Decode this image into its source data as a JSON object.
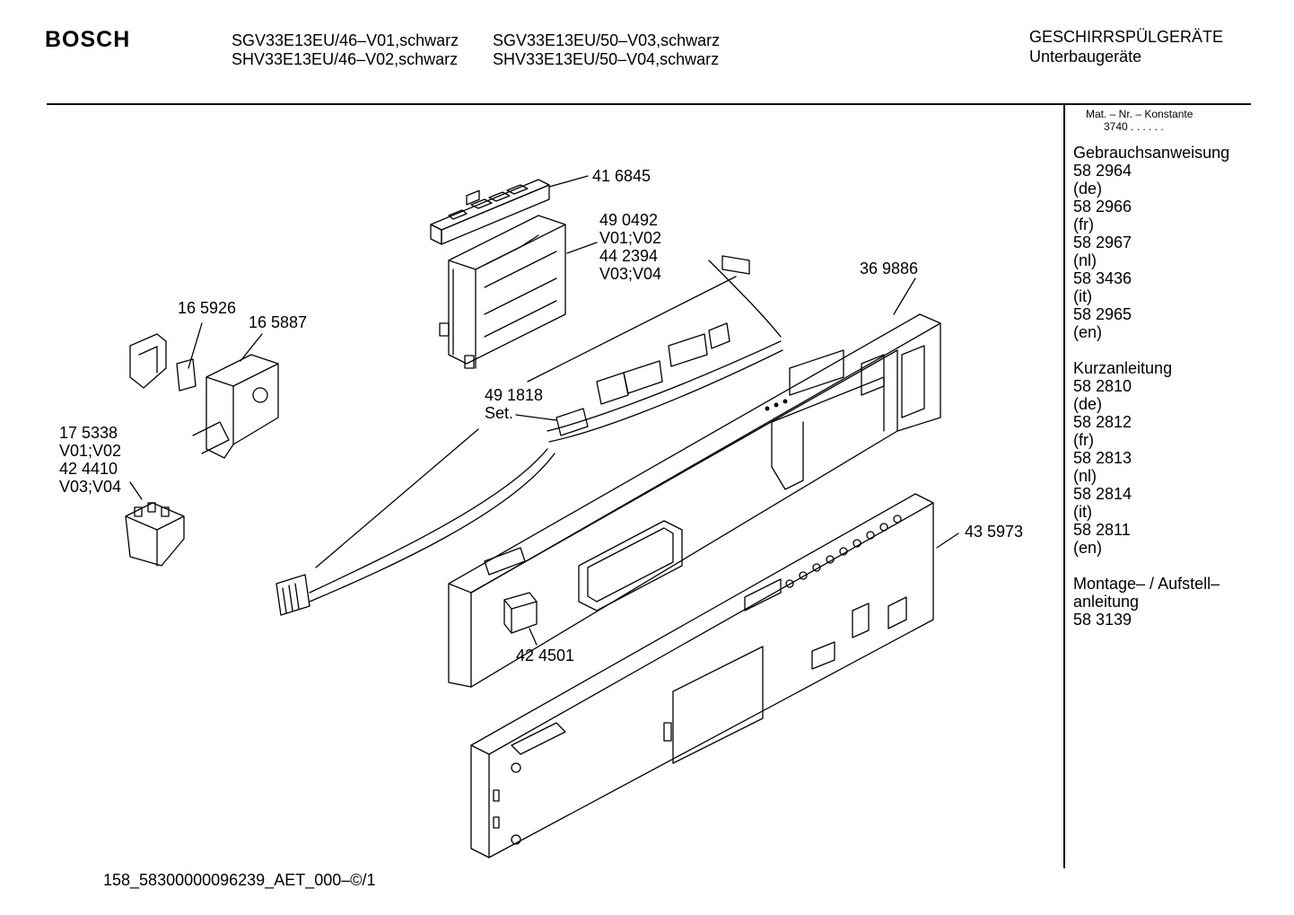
{
  "header": {
    "brand": "BOSCH",
    "models": [
      "SGV33E13EU/46–V01,schwarz",
      "SHV33E13EU/46–V02,schwarz",
      "SGV33E13EU/50–V03,schwarz",
      "SHV33E13EU/50–V04,schwarz"
    ],
    "category_line1": "GESCHIRRSPÜLGERÄTE",
    "category_line2": "Unterbaugeräte"
  },
  "sidebar": {
    "konstante_label": "Mat. – Nr. – Konstante",
    "konstante_value": "3740 . . . . . .",
    "groups": [
      {
        "title": "Gebrauchsanweisung",
        "lines": [
          "58 2964",
          "(de)",
          "58 2966",
          "(fr)",
          "58 2967",
          "(nl)",
          "58 3436",
          "(it)",
          "58 2965",
          "(en)"
        ]
      },
      {
        "title": "Kurzanleitung",
        "lines": [
          "58 2810",
          "(de)",
          "58 2812",
          "(fr)",
          "58 2813",
          "(nl)",
          "58 2814",
          "(it)",
          "58 2811",
          "(en)"
        ]
      },
      {
        "title": "Montage– / Aufstell–",
        "lines": [
          "anleitung",
          "58 3139"
        ]
      }
    ]
  },
  "callouts": {
    "c416845": "41 6845",
    "c490492_a": "49 0492",
    "c490492_b": "V01;V02",
    "c490492_c": "44 2394",
    "c490492_d": "V03;V04",
    "c369886": "36 9886",
    "c165926": "16 5926",
    "c165887": "16 5887",
    "c491818_a": "49 1818",
    "c491818_b": "Set.",
    "c175338_a": "17 5338",
    "c175338_b": "V01;V02",
    "c175338_c": "42 4410",
    "c175338_d": "V03;V04",
    "c435973": "43 5973",
    "c424501": "42 4501"
  },
  "footer": {
    "code": "158_58300000096239_AET_000–©/1"
  }
}
